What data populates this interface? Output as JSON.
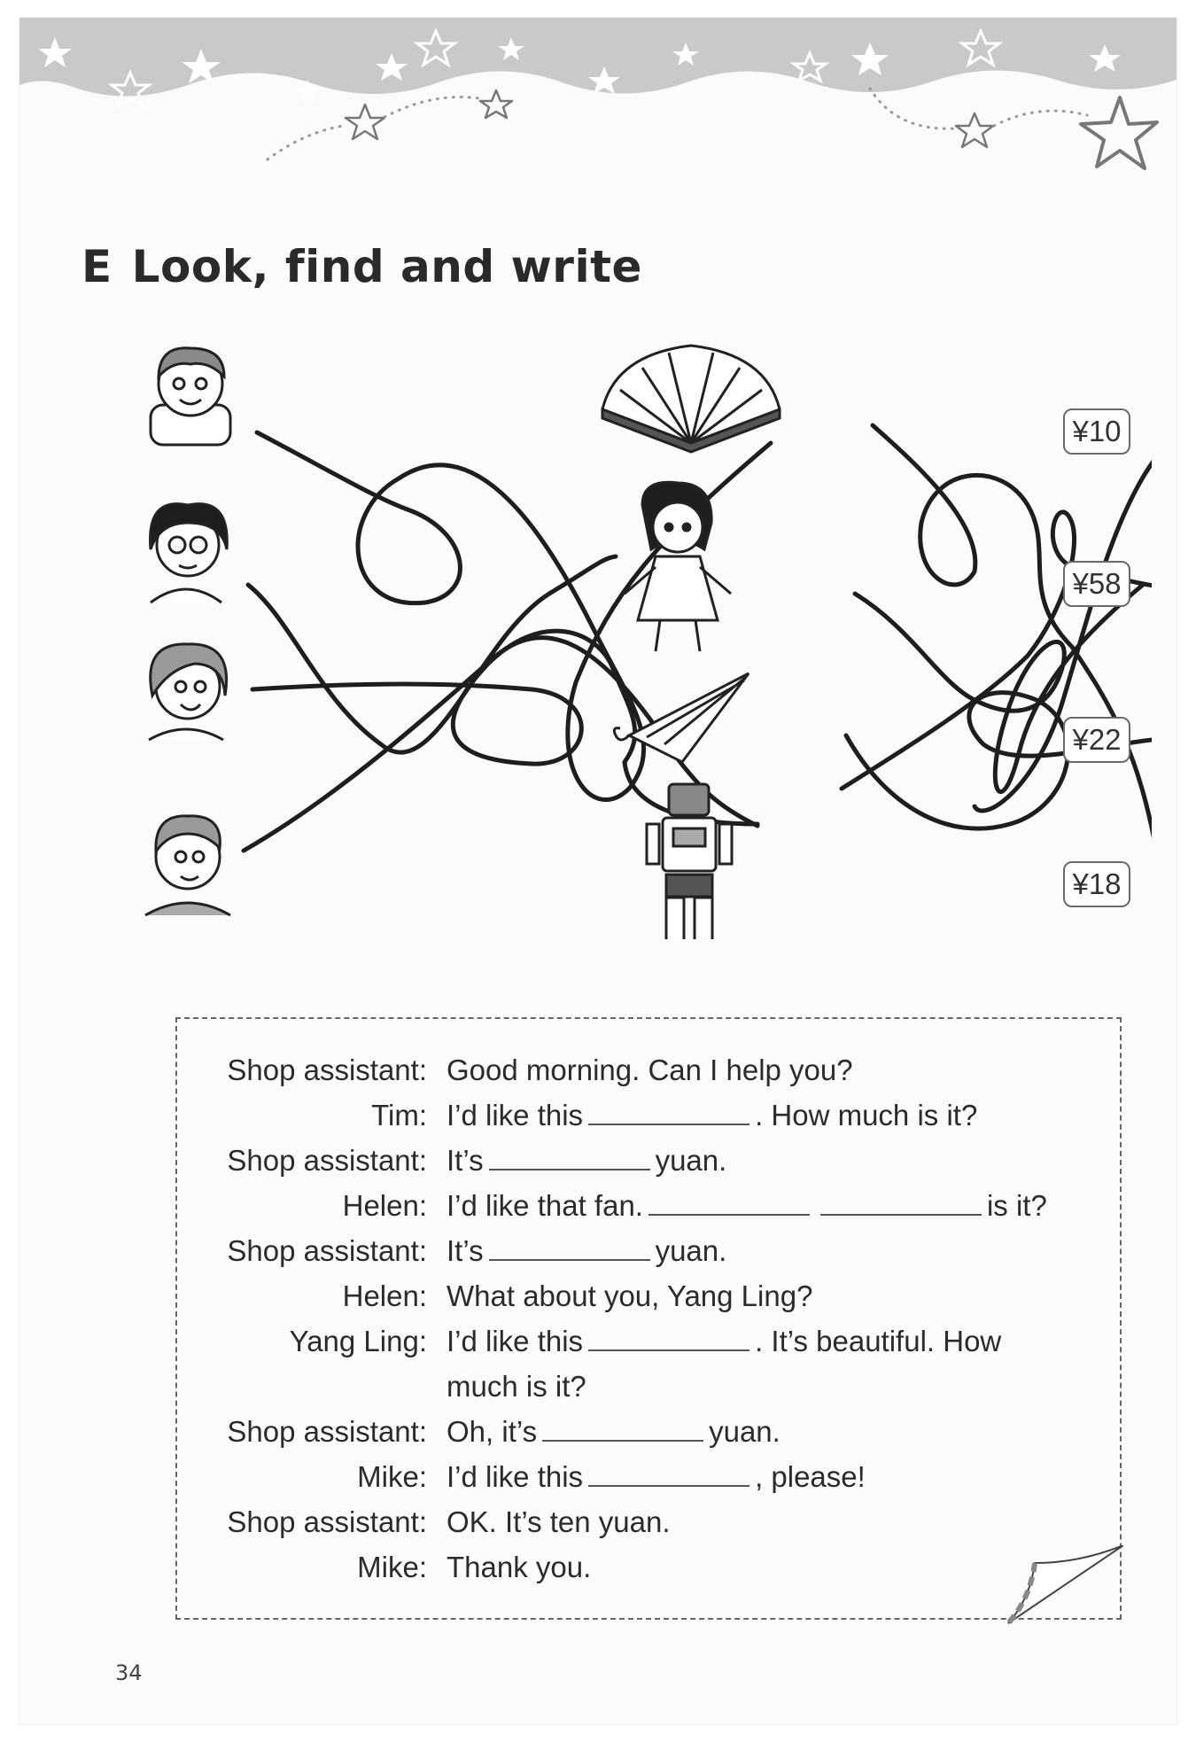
{
  "section": {
    "letter": "E",
    "title": "Look, find and write"
  },
  "icons": {
    "people": [
      "boy-tim-icon",
      "girl-glasses-icon",
      "girl-helen-icon",
      "boy-mike-icon"
    ],
    "items": [
      "fan-icon",
      "doll-icon",
      "umbrella-icon",
      "robot-icon"
    ]
  },
  "prices": [
    "¥10",
    "¥58",
    "¥22",
    "¥18"
  ],
  "dialog": [
    {
      "speaker": "Shop assistant:",
      "parts": [
        "Good morning. Can I help you?"
      ]
    },
    {
      "speaker": "Tim:",
      "parts": [
        "I’d like this",
        "__",
        ". How much is it?"
      ]
    },
    {
      "speaker": "Shop assistant:",
      "parts": [
        "It’s",
        "__",
        "yuan."
      ]
    },
    {
      "speaker": "Helen:",
      "parts": [
        "I’d like that fan.",
        "__",
        "__",
        "is it?"
      ]
    },
    {
      "speaker": "Shop assistant:",
      "parts": [
        "It’s",
        "__",
        "yuan."
      ]
    },
    {
      "speaker": "Helen:",
      "parts": [
        "What about you, Yang Ling?"
      ]
    },
    {
      "speaker": "Yang Ling:",
      "parts": [
        "I’d like this",
        "__",
        ". It’s beautiful. How"
      ]
    },
    {
      "speaker": "",
      "parts": [
        "much is it?"
      ]
    },
    {
      "speaker": "Shop assistant:",
      "parts": [
        "Oh, it’s",
        "__",
        "yuan."
      ]
    },
    {
      "speaker": "Mike:",
      "parts": [
        "I’d like this",
        "__",
        ", please!"
      ]
    },
    {
      "speaker": "Shop assistant:",
      "parts": [
        "OK. It’s ten yuan."
      ]
    },
    {
      "speaker": "Mike:",
      "parts": [
        "Thank you."
      ]
    }
  ],
  "page_number": "34"
}
